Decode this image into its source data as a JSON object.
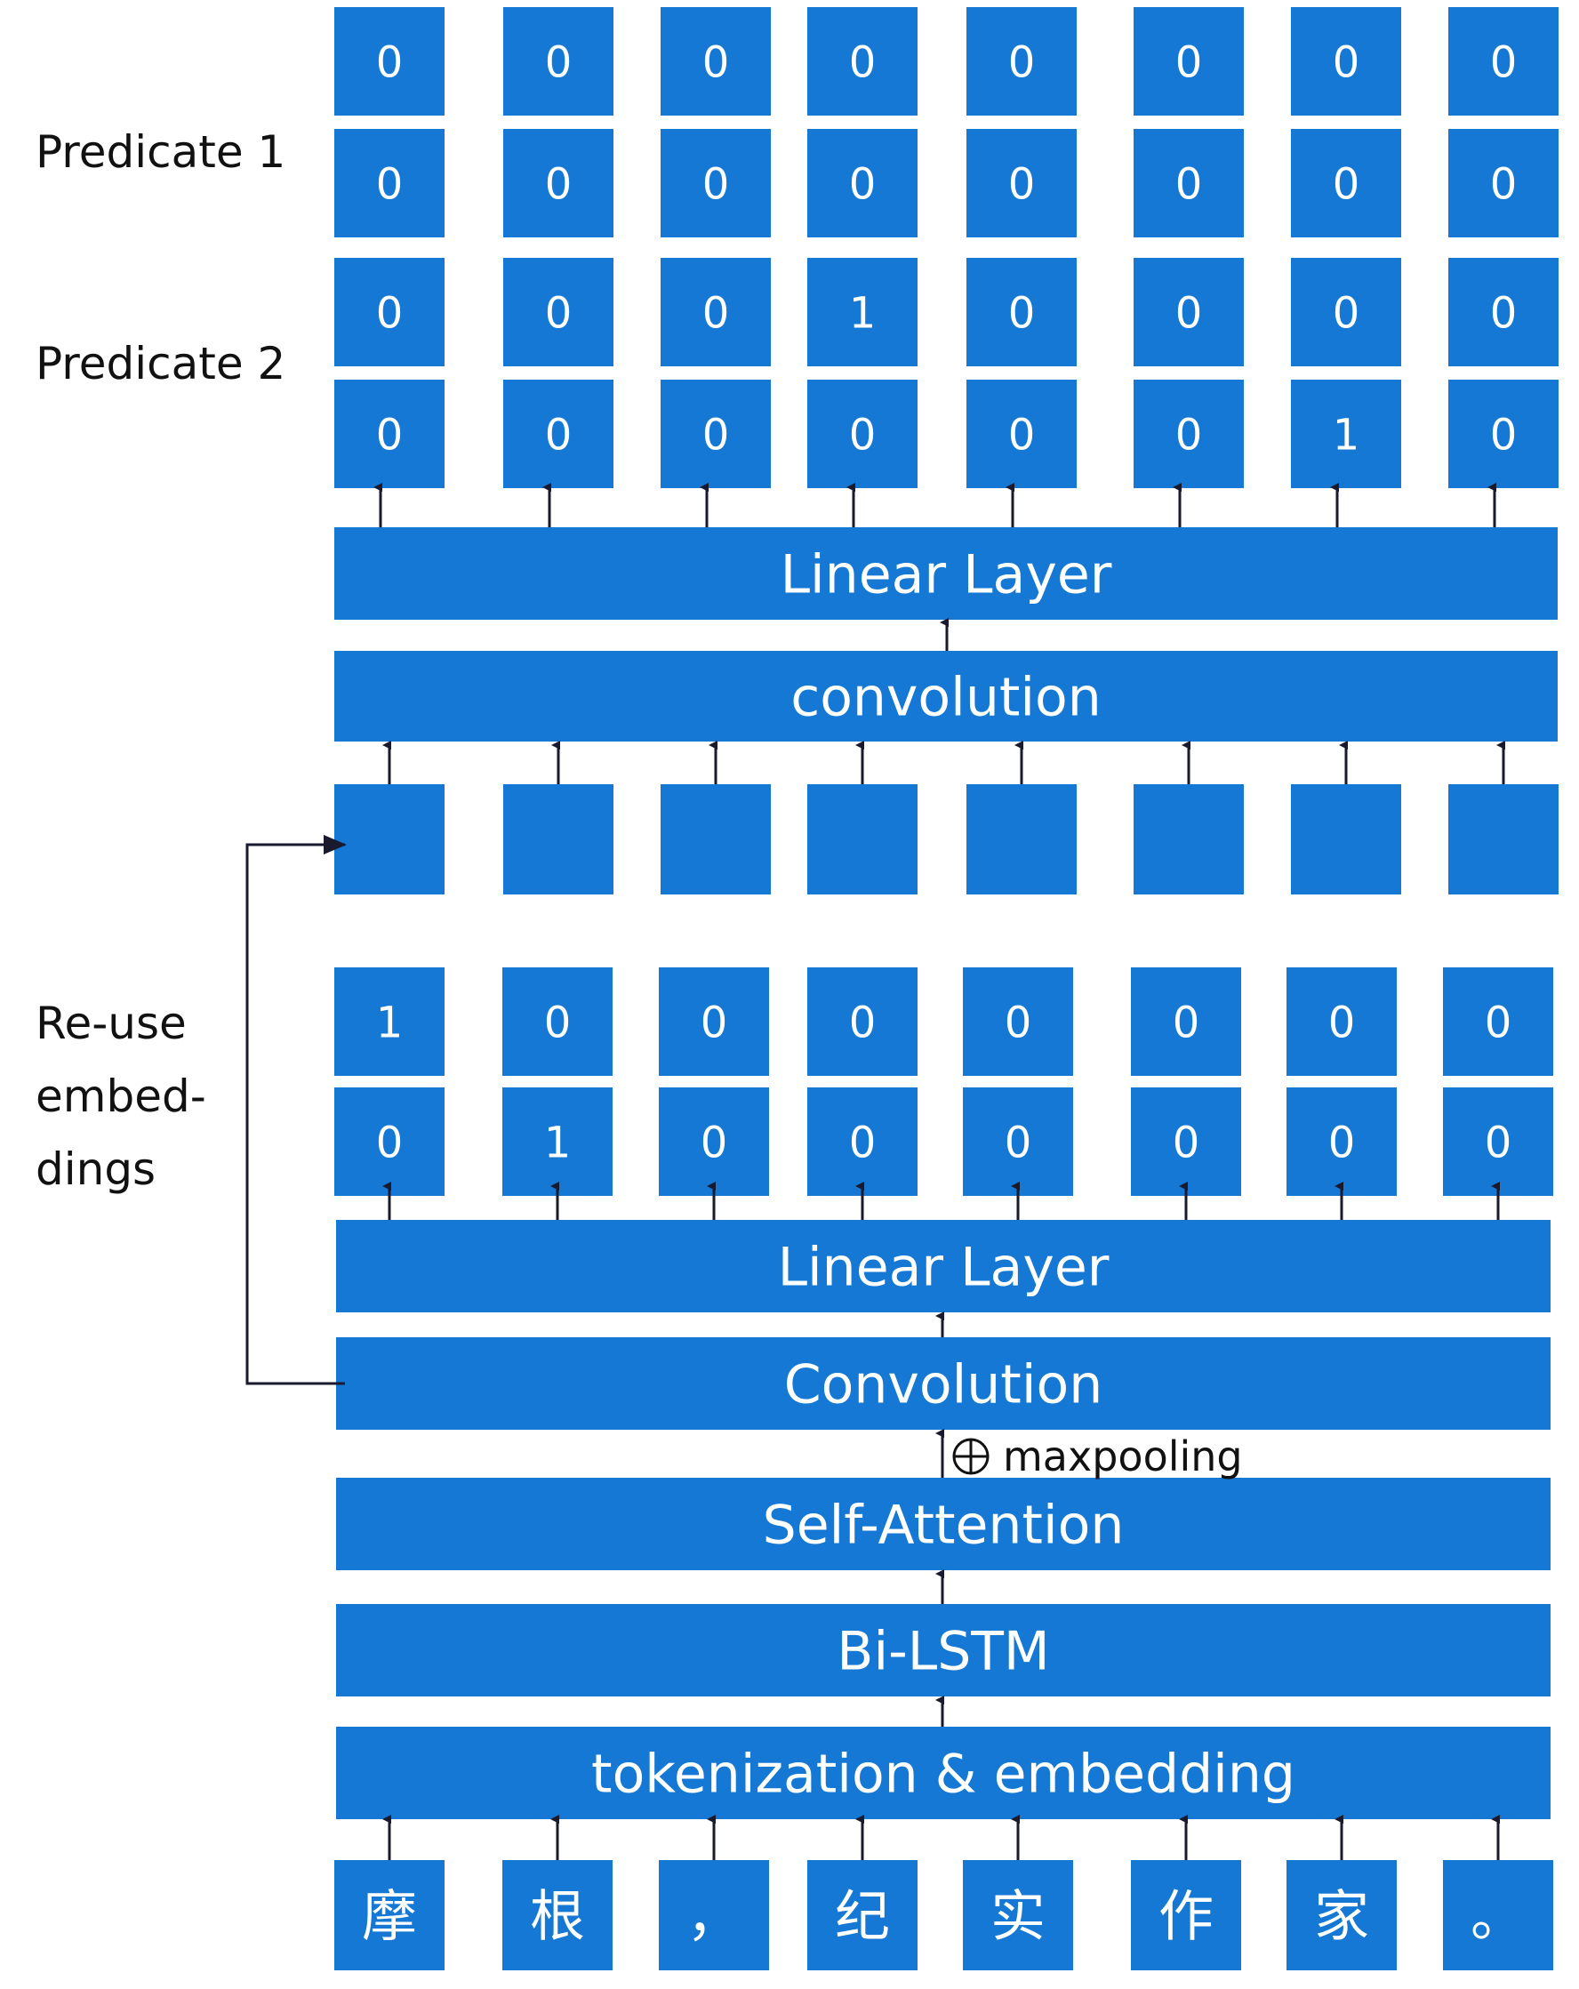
{
  "colors": {
    "block": "#1478D4",
    "text_on_block": "#ffffff",
    "arrow": "#1a1a2e",
    "label": "#111111"
  },
  "side_labels": {
    "predicate_1": "Predicate 1",
    "predicate_2": "Predicate 2",
    "reuse_line_1": "Re-use",
    "reuse_line_2": "embed-",
    "reuse_line_3": "dings"
  },
  "top_output": {
    "predicate_1": {
      "row_1": [
        "0",
        "0",
        "0",
        "0",
        "0",
        "0",
        "0",
        "0"
      ],
      "row_2": [
        "0",
        "0",
        "0",
        "0",
        "0",
        "0",
        "0",
        "0"
      ]
    },
    "predicate_2": {
      "row_1": [
        "0",
        "0",
        "0",
        "1",
        "0",
        "0",
        "0",
        "0"
      ],
      "row_2": [
        "0",
        "0",
        "0",
        "0",
        "0",
        "0",
        "1",
        "0"
      ]
    }
  },
  "bottom_output": {
    "row_1": [
      "1",
      "0",
      "0",
      "0",
      "0",
      "0",
      "0",
      "0"
    ],
    "row_2": [
      "0",
      "1",
      "0",
      "0",
      "0",
      "0",
      "0",
      "0"
    ]
  },
  "layers": {
    "top_linear": "Linear Layer",
    "top_convolution": "convolution",
    "linear": "Linear Layer",
    "convolution": "Convolution",
    "maxpooling": "maxpooling",
    "self_attention": "Self-Attention",
    "bilstm": "Bi-LSTM",
    "tokenization": "tokenization & embedding"
  },
  "tokens": [
    "摩",
    "根",
    "，",
    "纪",
    "实",
    "作",
    "家",
    "。"
  ]
}
